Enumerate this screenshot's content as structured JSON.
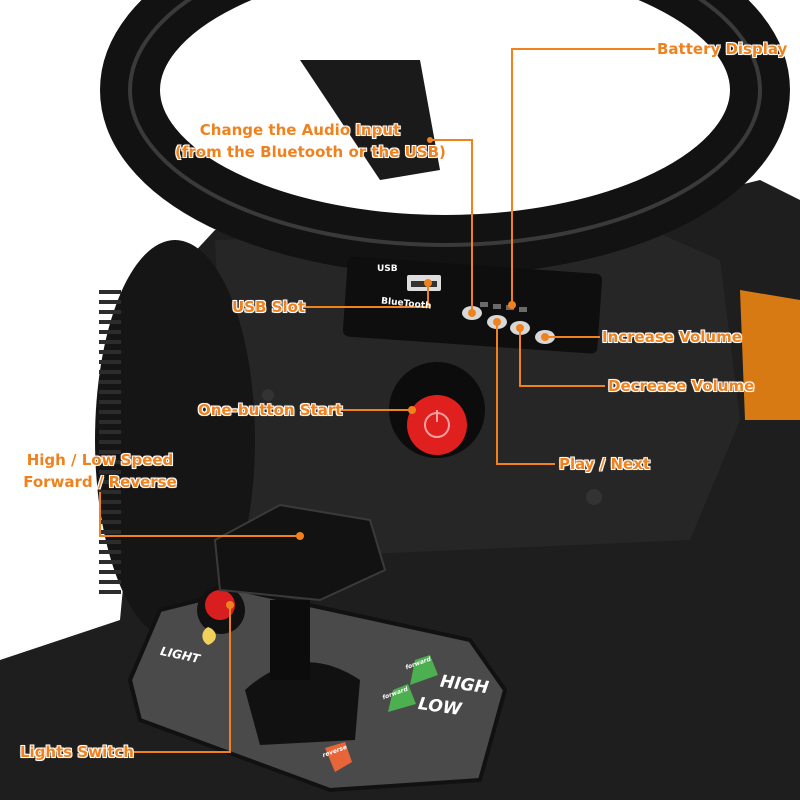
{
  "callouts": {
    "battery_display": "Battery Display",
    "audio_input_line1": "Change the Audio Input",
    "audio_input_line2": "(from the Bluetooth or the USB)",
    "usb_slot": "USB Slot",
    "increase_volume": "Increase Volume",
    "decrease_volume": "Decrease Volume",
    "one_button_start": "One-button Start",
    "play_next": "Play / Next",
    "speed_line1": "High / Low Speed",
    "speed_line2": "Forward / Reverse",
    "lights_switch": "Lights Switch"
  },
  "device_labels": {
    "usb": "USB",
    "bluetooth": "BlueTooth",
    "light": "LIGHT",
    "high": "HIGH",
    "low": "LOW",
    "forward": "forward",
    "reverse": "reverse"
  },
  "colors": {
    "accent": "#f0821e",
    "body": "#1c1c1c",
    "start_button": "#e0201e",
    "forward_arrow": "#4caf50",
    "reverse_arrow": "#e8653a",
    "light_icon": "#f2d15a"
  }
}
